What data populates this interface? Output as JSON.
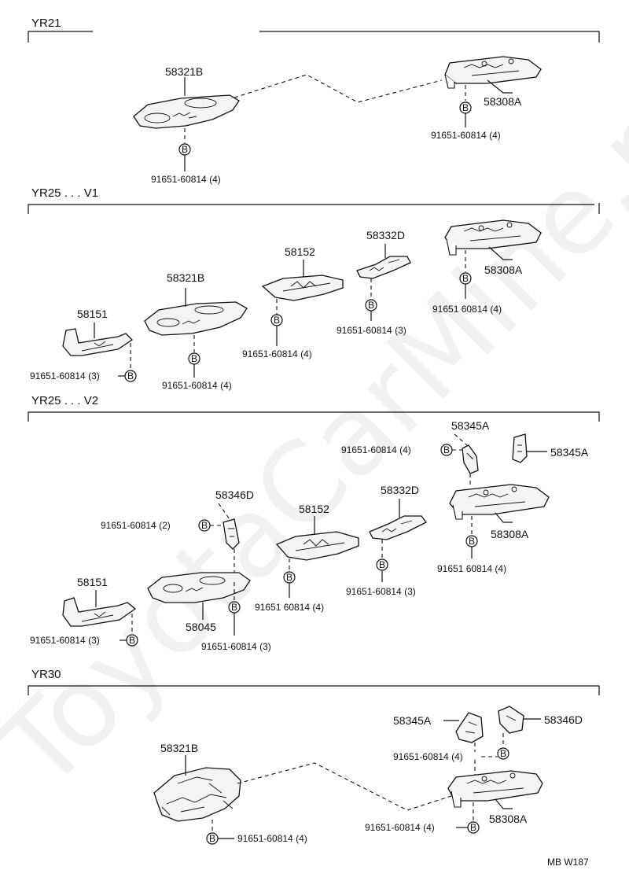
{
  "watermark": "ToyotaCarMine.ru",
  "bolt_symbol": "B",
  "footer": "MB W187",
  "sections": {
    "yr21": {
      "title": "YR21",
      "labels": {
        "p58321b": "58321B",
        "p58308a": "58308A",
        "bolt_left": "91651-60814 (4)",
        "bolt_right": "91651-60814 (4)"
      }
    },
    "yr25v1": {
      "title": "YR25 . . . V1",
      "labels": {
        "p58151": "58151",
        "p58321b": "58321B",
        "p58152": "58152",
        "p58332d": "58332D",
        "p58308a": "58308A",
        "bolt_58151": "91651-60814 (3)",
        "bolt_58321b": "91651-60814 (4)",
        "bolt_58152": "91651-60814 (4)",
        "bolt_58332d": "91651-60814 (3)",
        "bolt_58308a": "91651 60814 (4)"
      }
    },
    "yr25v2": {
      "title": "YR25 . . . V2",
      "labels": {
        "p58345a_top": "58345A",
        "p58345a_right": "58345A",
        "p58346d": "58346D",
        "p58152": "58152",
        "p58332d": "58332D",
        "p58308a": "58308A",
        "p58151": "58151",
        "p58045": "58045",
        "bolt_58345a": "91651-60814 (4)",
        "bolt_58346d": "91651-60814 (2)",
        "bolt_58308a": "91651 60814 (4)",
        "bolt_58152": "91651 60814 (4)",
        "bolt_58332d": "91651-60814 (3)",
        "bolt_58151": "91651-60814 (3)",
        "bolt_58045": "91651-60814 (3)"
      }
    },
    "yr30": {
      "title": "YR30",
      "labels": {
        "p58345a": "58345A",
        "p58346d": "58346D",
        "p58321b": "58321B",
        "p58308a": "58308A",
        "bolt_brackets": "91651-60814 (4)",
        "bolt_58321b": "91651-60814 (4)",
        "bolt_58308a": "91651-60814 (4)"
      }
    }
  }
}
